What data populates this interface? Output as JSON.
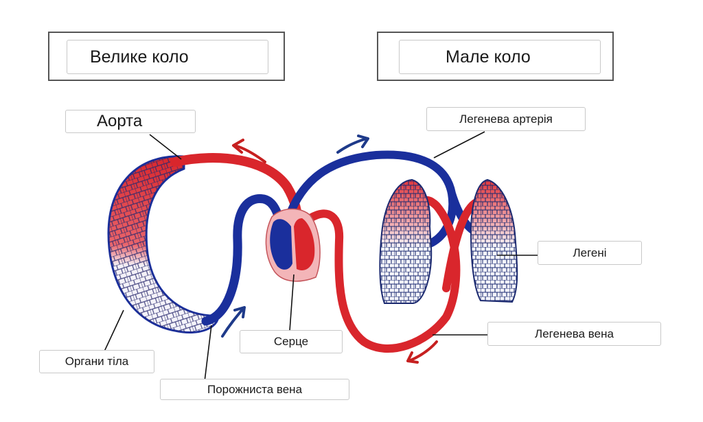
{
  "headings": {
    "systemic": "Велике коло",
    "pulmonary": "Мале коло"
  },
  "labels": {
    "aorta": "Аорта",
    "pulmonary_artery": "Легенева артерія",
    "lungs": "Легені",
    "pulmonary_vein": "Легенева вена",
    "heart": "Серце",
    "body_organs": "Органи тіла",
    "vena_cava": "Порожниста вена"
  },
  "colors": {
    "oxygenated": "#d9262c",
    "deoxygenated": "#1a2f9c",
    "arrow_red": "#c62020",
    "arrow_blue": "#1e3a8a"
  }
}
